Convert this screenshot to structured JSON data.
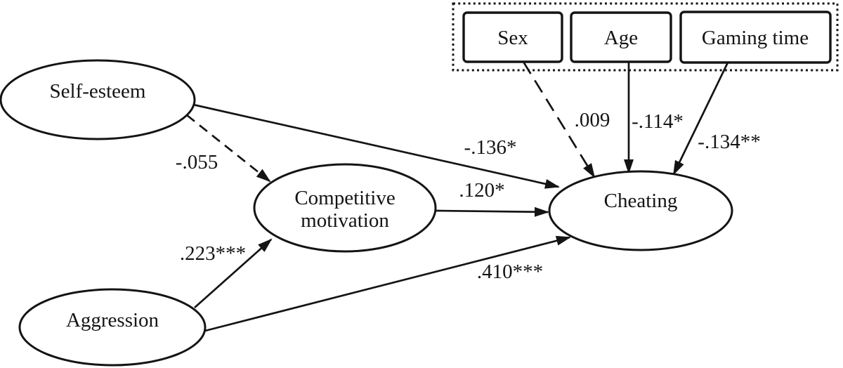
{
  "figure": {
    "type": "structural-equation-path-diagram",
    "background_color": "#ffffff",
    "line_color": "#141414"
  },
  "nodes": {
    "self_esteem": {
      "label": "Self-esteem",
      "shape": "ellipse"
    },
    "aggression": {
      "label": "Aggression",
      "shape": "ellipse"
    },
    "competitive_motivation": {
      "label_line1": "Competitive",
      "label_line2": "motivation",
      "shape": "ellipse"
    },
    "cheating": {
      "label": "Cheating",
      "shape": "ellipse"
    }
  },
  "covariates": {
    "items": [
      {
        "label": "Sex"
      },
      {
        "label": "Age"
      },
      {
        "label": "Gaming time"
      }
    ]
  },
  "paths": [
    {
      "from": "Self-esteem",
      "to": "Cheating",
      "coefficient": "-.136*",
      "line": "solid"
    },
    {
      "from": "Self-esteem",
      "to": "Competitive motivation",
      "coefficient": "-.055",
      "line": "dashed"
    },
    {
      "from": "Aggression",
      "to": "Competitive motivation",
      "coefficient": ".223***",
      "line": "solid"
    },
    {
      "from": "Aggression",
      "to": "Cheating",
      "coefficient": ".410***",
      "line": "solid"
    },
    {
      "from": "Competitive motivation",
      "to": "Cheating",
      "coefficient": ".120*",
      "line": "solid"
    },
    {
      "from": "Sex",
      "to": "Cheating",
      "coefficient": ".009",
      "line": "dashed"
    },
    {
      "from": "Age",
      "to": "Cheating",
      "coefficient": "-.114*",
      "line": "solid"
    },
    {
      "from": "Gaming time",
      "to": "Cheating",
      "coefficient": "-.134**",
      "line": "solid"
    }
  ]
}
